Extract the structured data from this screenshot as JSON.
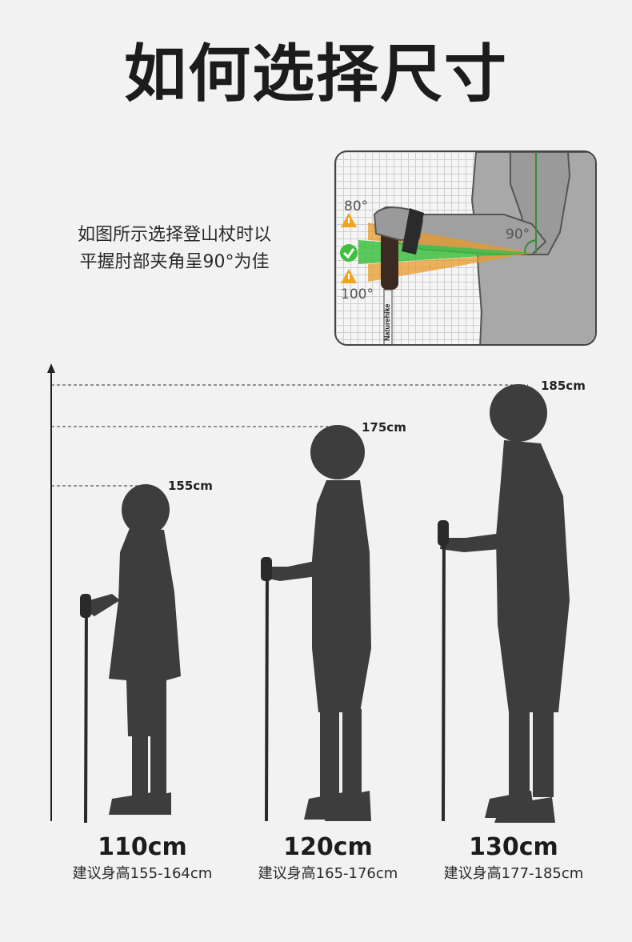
{
  "title": "如何选择尺寸",
  "tip": {
    "line1": "如图所示选择登山杖时以",
    "line2": "平握肘部夹角呈90°为佳"
  },
  "angle_panel": {
    "label_top": "80°",
    "label_middle": "90°",
    "label_bottom": "100°",
    "brand_on_pole": "Naturehike",
    "colors": {
      "green": "#3fbf3f",
      "orange": "#e89a2a",
      "warning": "#f2a51c"
    }
  },
  "height_markers": [
    {
      "label": "155cm"
    },
    {
      "label": "175cm"
    },
    {
      "label": "185cm"
    }
  ],
  "poles": [
    {
      "size": "110cm",
      "recommendation": "建议身高155-164cm"
    },
    {
      "size": "120cm",
      "recommendation": "建议身高165-176cm"
    },
    {
      "size": "130cm",
      "recommendation": "建议身高177-185cm"
    }
  ]
}
